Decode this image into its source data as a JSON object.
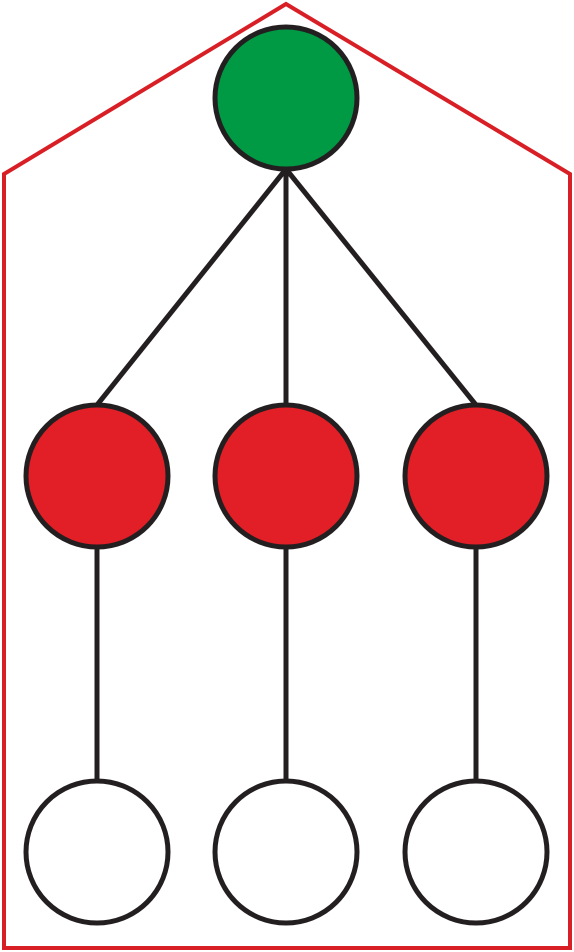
{
  "diagram": {
    "type": "tree",
    "outline_color": "#d91f26",
    "edge_color": "#231f20",
    "node_stroke_color": "#231f20",
    "nodes": [
      {
        "id": "root",
        "fill": "#009a44",
        "level": 0
      },
      {
        "id": "mid-left",
        "fill": "#e21e26",
        "level": 1,
        "parent": "root"
      },
      {
        "id": "mid-center",
        "fill": "#e21e26",
        "level": 1,
        "parent": "root"
      },
      {
        "id": "mid-right",
        "fill": "#e21e26",
        "level": 1,
        "parent": "root"
      },
      {
        "id": "leaf-left",
        "fill": "#ffffff",
        "level": 2,
        "parent": "mid-left"
      },
      {
        "id": "leaf-center",
        "fill": "#ffffff",
        "level": 2,
        "parent": "mid-center"
      },
      {
        "id": "leaf-right",
        "fill": "#ffffff",
        "level": 2,
        "parent": "mid-right"
      }
    ]
  }
}
